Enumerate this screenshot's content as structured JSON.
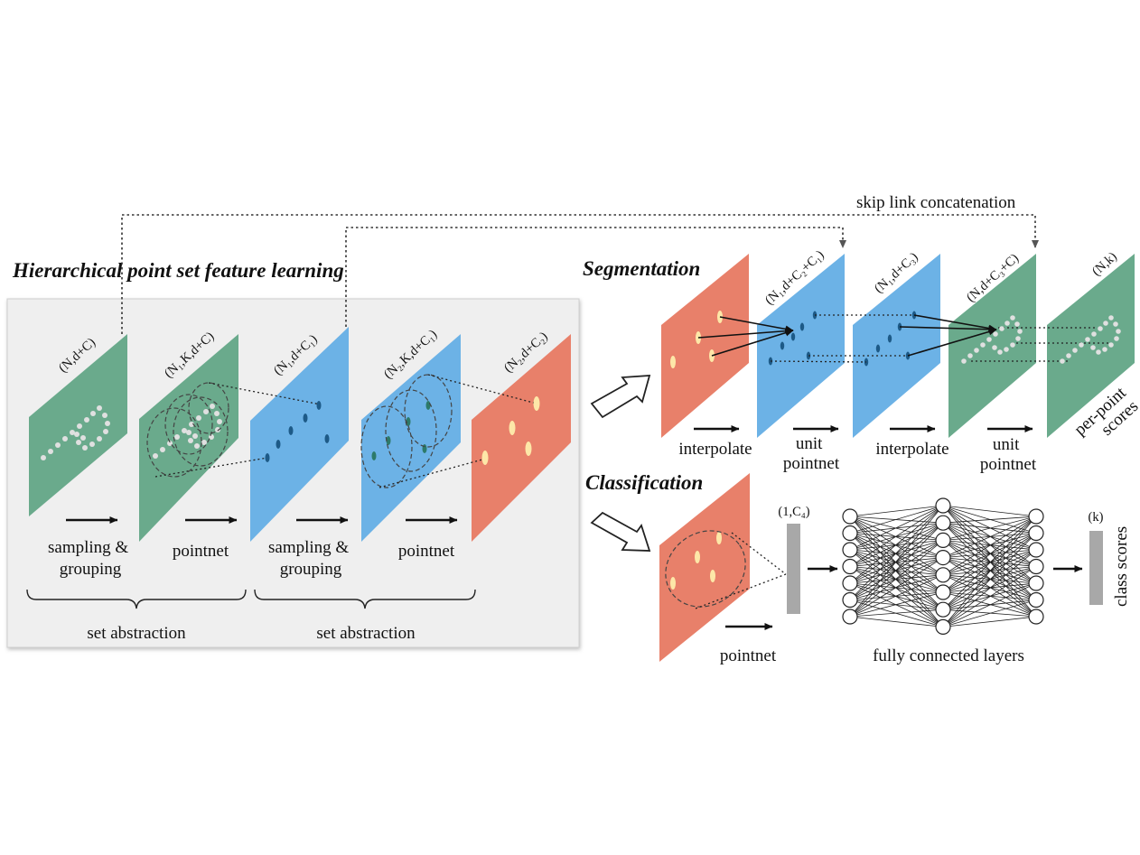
{
  "colors": {
    "green": "#6aaa8c",
    "blue": "#6cb2e6",
    "red": "#e8806a",
    "panel_bg": "#efefef",
    "point_gray": "#e0e0e0",
    "point_yellow": "#fde7a8",
    "point_teal": "#2d7a6a",
    "point_navy": "#1d5a87",
    "bar_gray": "#a8a8a8"
  },
  "titles": {
    "hierarchical": "Hierarchical point set feature learning",
    "segmentation": "Segmentation",
    "classification": "Classification"
  },
  "skip_link": "skip link concatenation",
  "hierarchical": {
    "dims": [
      "(N,d+C)",
      "(N₁,K,d+C)",
      "(N₁,d+C₁)",
      "(N₂,K,d+C₁)",
      "(N₂,d+C₂)"
    ],
    "steps": [
      {
        "line1": "sampling &",
        "line2": "grouping"
      },
      {
        "line1": "pointnet",
        "line2": ""
      },
      {
        "line1": "sampling &",
        "line2": "grouping"
      },
      {
        "line1": "pointnet",
        "line2": ""
      }
    ],
    "groups": [
      "set abstraction",
      "set abstraction"
    ]
  },
  "segmentation": {
    "dims": [
      "(N₁,d+C₂+C₁)",
      "(N₁,d+C₃)",
      "(N,d+C₃+C)",
      "(N,k)"
    ],
    "steps": [
      {
        "line1": "interpolate",
        "line2": ""
      },
      {
        "line1": "unit",
        "line2": "pointnet"
      },
      {
        "line1": "interpolate",
        "line2": ""
      },
      {
        "line1": "unit",
        "line2": "pointnet"
      }
    ],
    "output_line1": "per-point",
    "output_line2": "scores"
  },
  "classification": {
    "feature_dim": "(1,C₄)",
    "output_dim": "(k)",
    "pointnet_label": "pointnet",
    "fc_label": "fully connected layers",
    "output_label": "class scores"
  }
}
